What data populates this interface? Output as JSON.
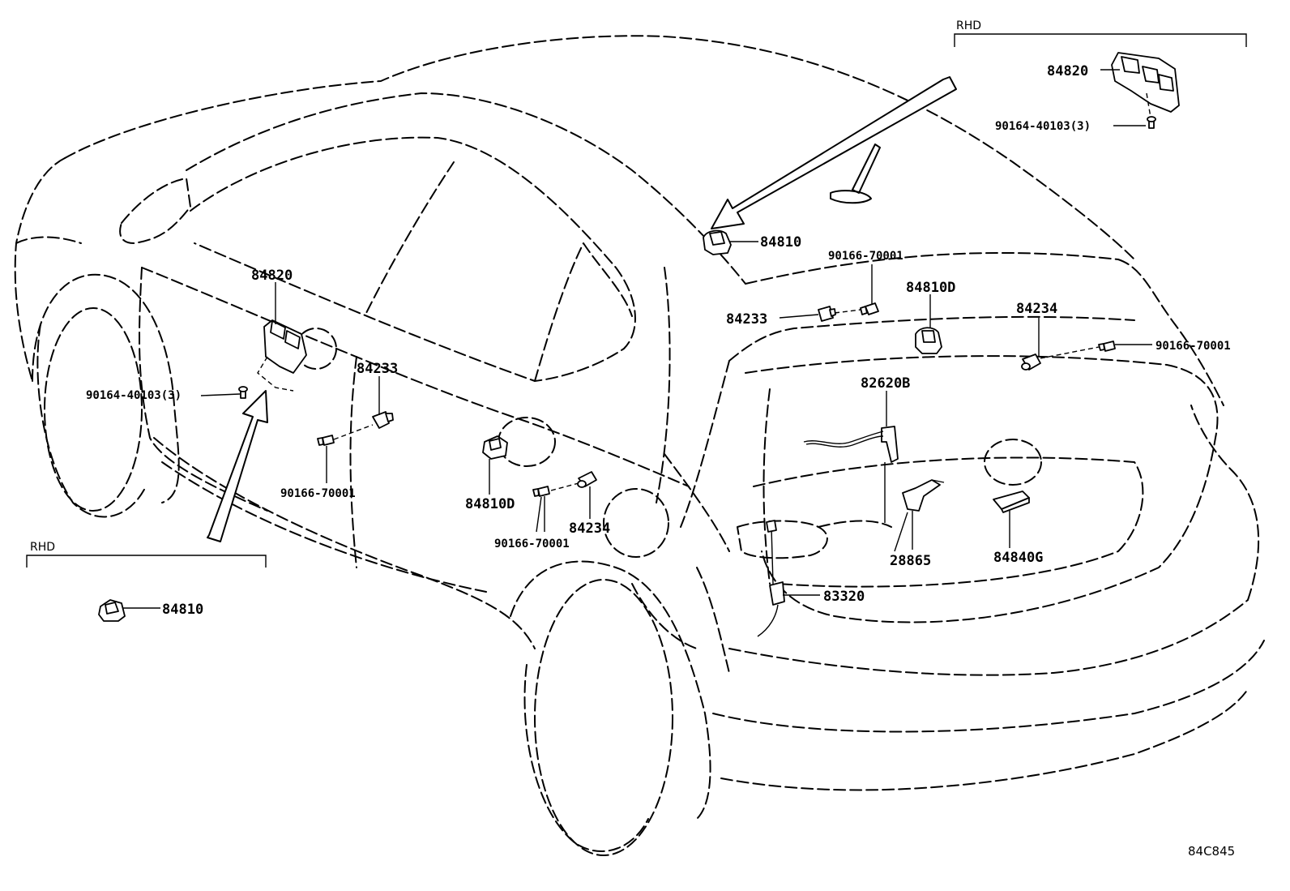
{
  "rhd_labels": {
    "top_right": "RHD",
    "bottom_left": "RHD"
  },
  "callouts": {
    "p84820_rhd": "84820",
    "p90164_rhd": "90164-40103(3)",
    "p84810_top": "84810",
    "p90166_top": "90166-70001",
    "p84810d_right": "84810D",
    "p84233_right": "84233",
    "p84234_right": "84234",
    "p90166_right": "90166-70001",
    "p82620b": "82620B",
    "p84820_door": "84820",
    "p90164_door": "90164-40103(3)",
    "p84233_door": "84233",
    "p90166_door": "90166-70001",
    "p84810d_rear": "84810D",
    "p84234_rear": "84234",
    "p90166_rear": "90166-70001",
    "p28865": "28865",
    "p84840g": "84840G",
    "p83320": "83320",
    "p84810_rhd": "84810"
  },
  "diagram_code": "84C845"
}
